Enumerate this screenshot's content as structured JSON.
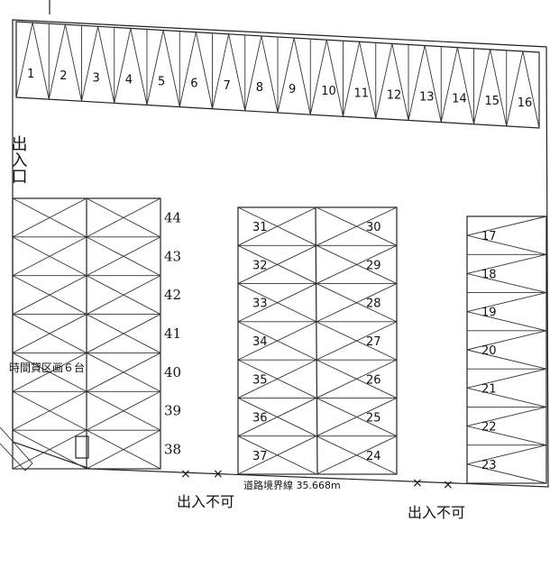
{
  "labels": {
    "entrance_left": "出入口",
    "reserved_zone": "時間貸区画６台",
    "road_boundary": "道路境界線 35.668m",
    "no_entry_left": "出入不可",
    "no_entry_right": "出入不可",
    "x_mark": "×"
  },
  "slots": {
    "top_row": [
      "1",
      "2",
      "3",
      "4",
      "5",
      "6",
      "7",
      "8",
      "9",
      "10",
      "11",
      "12",
      "13",
      "14",
      "15",
      "16"
    ],
    "middle_left": [
      "31",
      "32",
      "33",
      "34",
      "35",
      "36",
      "37"
    ],
    "middle_right": [
      "30",
      "29",
      "28",
      "27",
      "26",
      "25",
      "24"
    ],
    "right_col": [
      "17",
      "18",
      "19",
      "20",
      "21",
      "22",
      "23"
    ],
    "left_col": [
      "44",
      "43",
      "42",
      "41",
      "40",
      "39",
      "38"
    ]
  }
}
